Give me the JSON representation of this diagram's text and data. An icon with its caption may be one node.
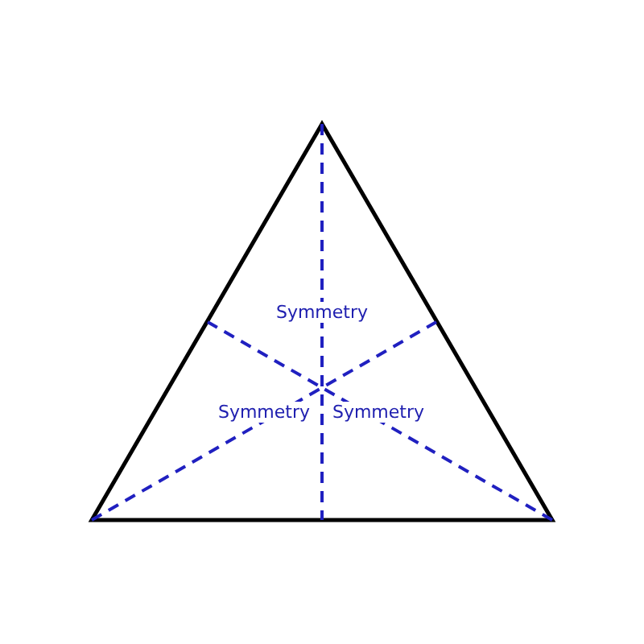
{
  "diagram": {
    "labels": [
      "Symmetry",
      "Symmetry",
      "Symmetry"
    ]
  }
}
